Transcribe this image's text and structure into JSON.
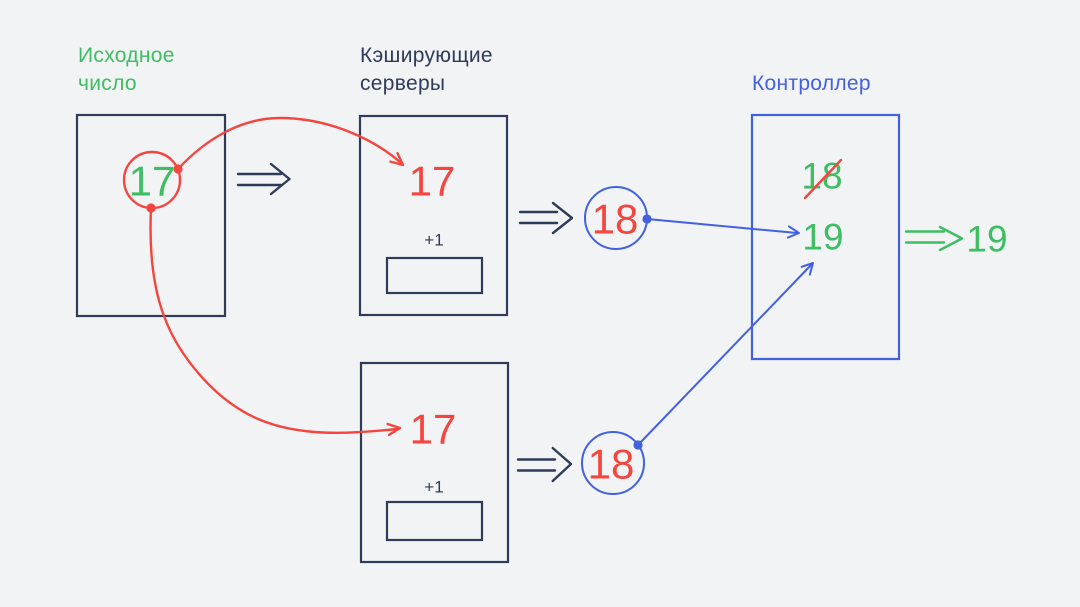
{
  "title": "Distributed counter diagram",
  "colors": {
    "background": "#F1F3F5",
    "navy": "#2F3B58",
    "red": "#F5453F",
    "green": "#3EBE62",
    "blue": "#4260E0"
  },
  "labels": {
    "source": {
      "line1": "Исходное",
      "line2": "число"
    },
    "cache": {
      "line1": "Кэширующие",
      "line2": "серверы"
    },
    "controller": "Контроллер"
  },
  "source_box": {
    "value": "17"
  },
  "cache_top": {
    "value": "17",
    "increment": "+1"
  },
  "cache_bottom": {
    "value": "17",
    "increment": "+1"
  },
  "response_top": {
    "value": "18"
  },
  "response_bottom": {
    "value": "18"
  },
  "controller": {
    "rejected": "18",
    "accepted": "19"
  },
  "output": {
    "value": "19"
  }
}
